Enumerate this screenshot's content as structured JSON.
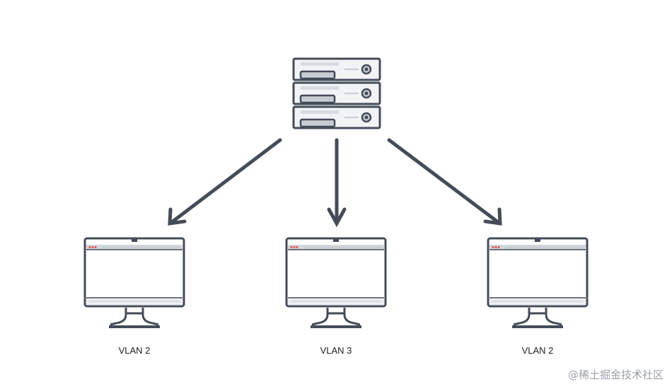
{
  "diagram": {
    "colors": {
      "outline": "#444c58",
      "panel_fill": "#f2f3f5",
      "slot_fill": "#c9ccd2",
      "screen_bar": "#d3d6db",
      "dots": "#e0524a",
      "arrow": "#444c58"
    },
    "icons": {
      "server": "server-stack-icon",
      "computer": "monitor-icon"
    },
    "computers": [
      {
        "label": "VLAN 2"
      },
      {
        "label": "VLAN 3"
      },
      {
        "label": "VLAN 2"
      }
    ]
  },
  "watermark": "@稀土掘金技术社区"
}
